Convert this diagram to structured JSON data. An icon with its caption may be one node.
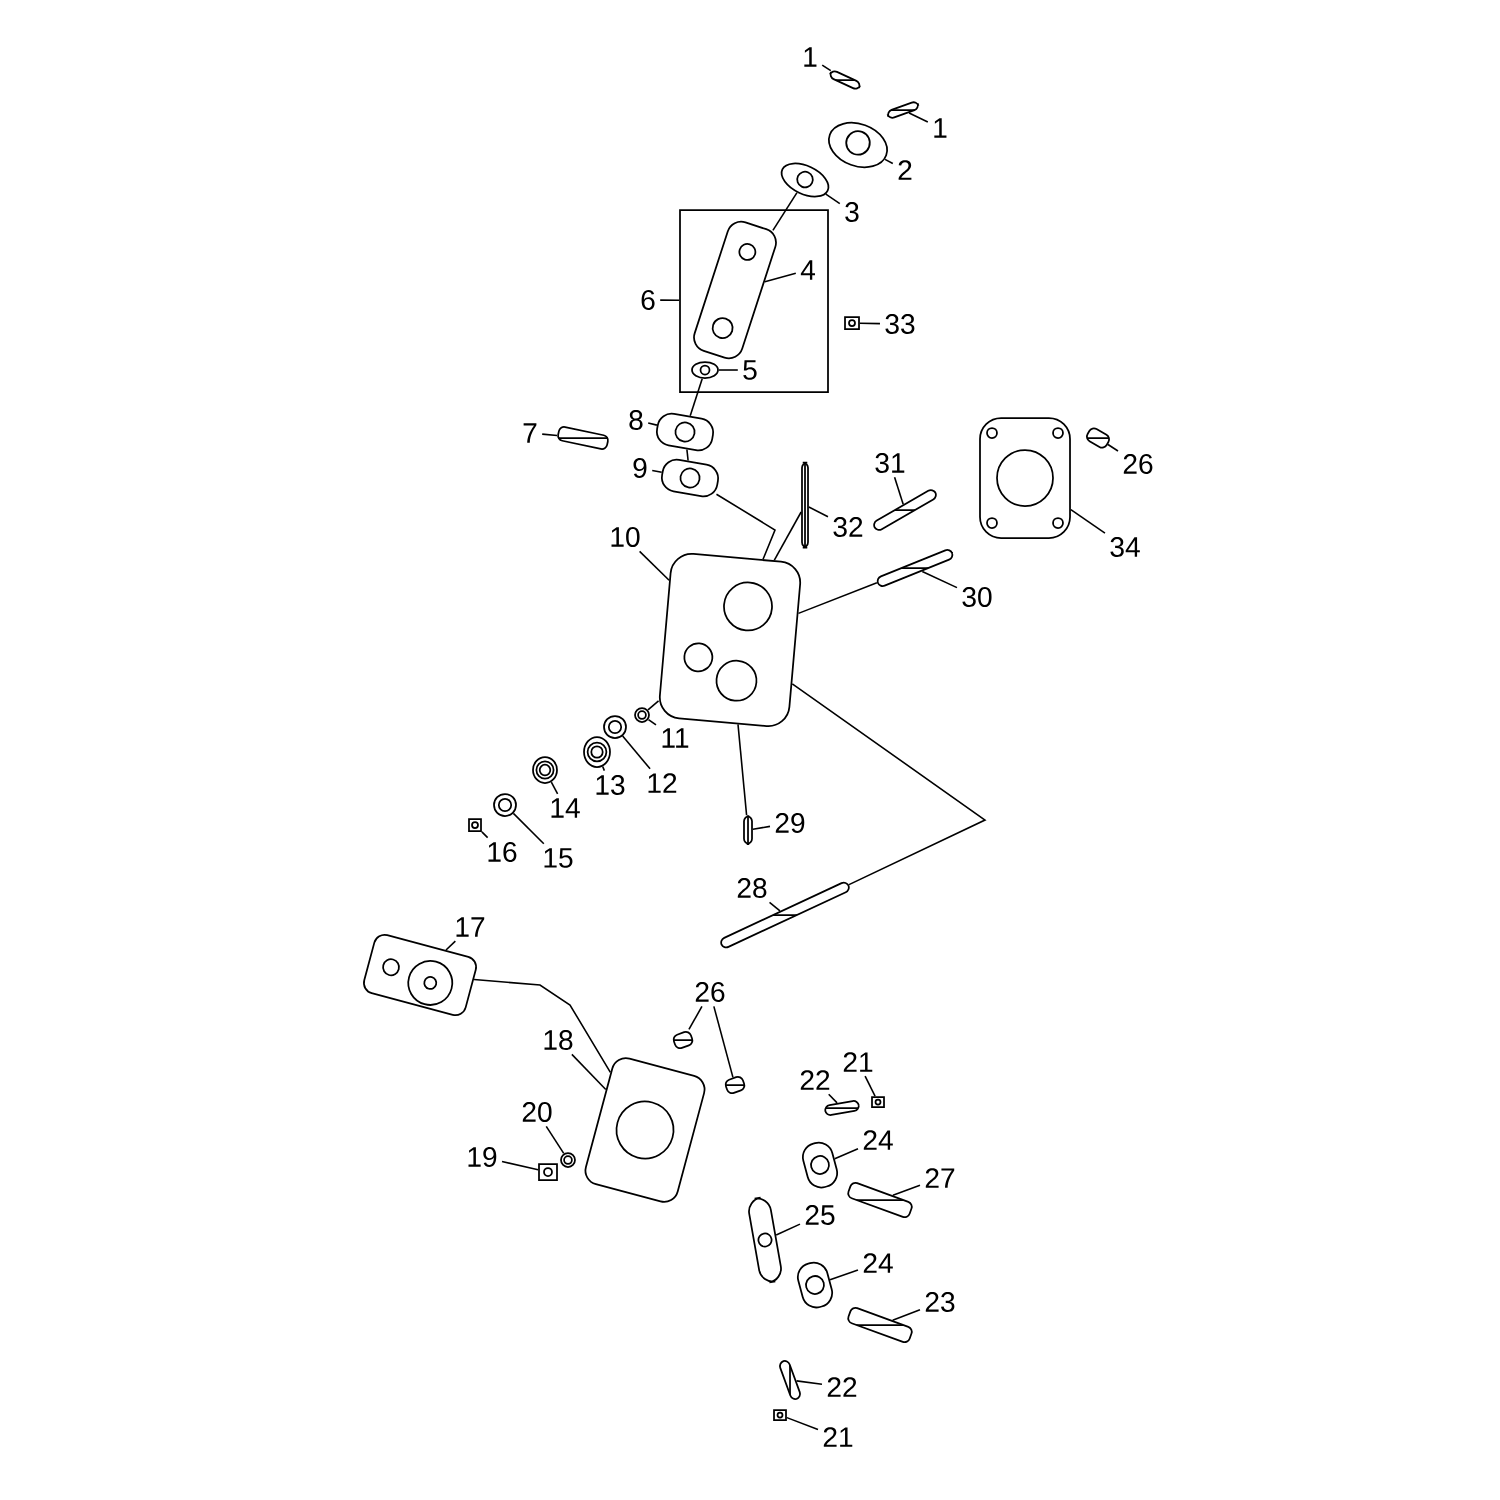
{
  "diagram": {
    "nodes": [
      {
        "text": [
          "1"
        ]
      },
      {
        "text": [
          "1"
        ]
      },
      {
        "text": [
          "2"
        ]
      },
      {
        "text": [
          "3"
        ]
      },
      {
        "text": [
          "4"
        ],
        "in": 39
      },
      {
        "text": [
          "6"
        ]
      },
      {
        "text": [
          "33"
        ]
      },
      {
        "text": [
          "5"
        ],
        "in": 39
      },
      {
        "text": [
          "7"
        ]
      },
      {
        "text": [
          "8"
        ]
      },
      {
        "text": [
          "9"
        ]
      },
      {
        "text": [
          "31"
        ]
      },
      {
        "text": [
          "26"
        ]
      },
      {
        "text": [
          "32"
        ]
      },
      {
        "text": [
          "10"
        ]
      },
      {
        "text": [
          "34"
        ]
      },
      {
        "text": [
          "30"
        ]
      },
      {
        "text": [
          "11"
        ]
      },
      {
        "text": [
          "12"
        ]
      },
      {
        "text": [
          "13"
        ]
      },
      {
        "text": [
          "14"
        ]
      },
      {
        "text": [
          "29"
        ]
      },
      {
        "text": [
          "16"
        ]
      },
      {
        "text": [
          "15"
        ]
      },
      {
        "text": [
          "28"
        ]
      },
      {
        "text": [
          "17"
        ]
      },
      {
        "text": [
          "26"
        ]
      },
      {
        "text": [
          "18"
        ]
      },
      {
        "text": [
          "21"
        ]
      },
      {
        "text": [
          "22"
        ]
      },
      {
        "text": [
          "20"
        ]
      },
      {
        "text": [
          "24"
        ]
      },
      {
        "text": [
          "19"
        ]
      },
      {
        "text": [
          "27"
        ]
      },
      {
        "text": [
          "25"
        ]
      },
      {
        "text": [
          "24"
        ]
      },
      {
        "text": [
          "23"
        ]
      },
      {
        "text": [
          "22"
        ]
      },
      {
        "text": [
          "21"
        ]
      },
      {
        "text": [],
        "shape": "box"
      },
      {
        "text": [],
        "shape": "picture"
      },
      {
        "text": [],
        "shape": "picture"
      },
      {
        "text": [],
        "shape": "picture"
      },
      {
        "text": [],
        "shape": "picture"
      },
      {
        "text": [],
        "shape": "picture",
        "in": 39
      },
      {
        "text": [],
        "shape": "picture",
        "in": 39
      },
      {
        "text": [],
        "shape": "picture"
      },
      {
        "text": [],
        "shape": "picture"
      },
      {
        "text": [],
        "shape": "picture"
      },
      {
        "text": [],
        "shape": "picture"
      },
      {
        "text": [],
        "shape": "picture"
      },
      {
        "text": [],
        "shape": "picture"
      },
      {
        "text": [],
        "shape": "picture"
      },
      {
        "text": [],
        "shape": "picture"
      },
      {
        "text": [],
        "shape": "picture"
      },
      {
        "text": [],
        "shape": "picture"
      },
      {
        "text": [],
        "shape": "picture"
      },
      {
        "text": [],
        "shape": "picture"
      },
      {
        "text": [],
        "shape": "picture"
      },
      {
        "text": [],
        "shape": "picture"
      },
      {
        "text": [],
        "shape": "picture"
      },
      {
        "text": [],
        "shape": "picture"
      },
      {
        "text": [],
        "shape": "picture"
      },
      {
        "text": [],
        "shape": "picture"
      },
      {
        "text": [],
        "shape": "picture"
      },
      {
        "text": [],
        "shape": "picture"
      },
      {
        "text": [],
        "shape": "picture"
      },
      {
        "text": [],
        "shape": "picture"
      },
      {
        "text": [],
        "shape": "picture"
      },
      {
        "text": [],
        "shape": "picture"
      },
      {
        "text": [],
        "shape": "picture"
      },
      {
        "text": [],
        "shape": "picture"
      },
      {
        "text": [],
        "shape": "picture"
      },
      {
        "text": [],
        "shape": "picture"
      },
      {
        "text": [],
        "shape": "picture"
      },
      {
        "text": [],
        "shape": "picture"
      },
      {
        "text": [],
        "shape": "picture"
      },
      {
        "text": [],
        "shape": "picture"
      },
      {
        "text": [],
        "shape": "picture"
      }
    ],
    "edges": [
      {
        "from": 0,
        "to": 40,
        "arrow": "none"
      },
      {
        "from": 1,
        "to": 41,
        "arrow": "none"
      },
      {
        "from": 2,
        "to": 42,
        "arrow": "none"
      },
      {
        "from": 3,
        "to": 43,
        "arrow": "none"
      },
      {
        "from": 4,
        "to": 44,
        "arrow": "none"
      },
      {
        "from": 5,
        "to": 39,
        "arrow": "none"
      },
      {
        "from": 6,
        "to": 46,
        "arrow": "none"
      },
      {
        "from": 7,
        "to": 45,
        "arrow": "none"
      },
      {
        "from": 8,
        "to": 47,
        "arrow": "none"
      },
      {
        "from": 9,
        "to": 48,
        "arrow": "none"
      },
      {
        "from": 10,
        "to": 49,
        "arrow": "none"
      },
      {
        "from": 11,
        "to": 50,
        "arrow": "none"
      },
      {
        "from": 12,
        "to": 51,
        "arrow": "none"
      },
      {
        "from": 13,
        "to": 53,
        "arrow": "none"
      },
      {
        "from": 14,
        "to": 54,
        "arrow": "none"
      },
      {
        "from": 15,
        "to": 52,
        "arrow": "none"
      },
      {
        "from": 16,
        "to": 55,
        "arrow": "none"
      },
      {
        "from": 17,
        "to": 56,
        "arrow": "none"
      },
      {
        "from": 18,
        "to": 57,
        "arrow": "none"
      },
      {
        "from": 19,
        "to": 58,
        "arrow": "none"
      },
      {
        "from": 20,
        "to": 59,
        "arrow": "none"
      },
      {
        "from": 21,
        "to": 62,
        "arrow": "none"
      },
      {
        "from": 22,
        "to": 61,
        "arrow": "none"
      },
      {
        "from": 23,
        "to": 60,
        "arrow": "none"
      },
      {
        "from": 24,
        "to": 63,
        "arrow": "none"
      },
      {
        "from": 25,
        "to": 64,
        "arrow": "none"
      },
      {
        "from": 26,
        "to": 65,
        "arrow": "none"
      },
      {
        "from": 26,
        "to": 66,
        "arrow": "none"
      },
      {
        "from": 27,
        "to": 67,
        "arrow": "none"
      },
      {
        "from": 28,
        "to": 68,
        "arrow": "none"
      },
      {
        "from": 29,
        "to": 69,
        "arrow": "none"
      },
      {
        "from": 30,
        "to": 70,
        "arrow": "none"
      },
      {
        "from": 31,
        "to": 72,
        "arrow": "none"
      },
      {
        "from": 32,
        "to": 71,
        "arrow": "none"
      },
      {
        "from": 33,
        "to": 73,
        "arrow": "none"
      },
      {
        "from": 34,
        "to": 74,
        "arrow": "none"
      },
      {
        "from": 35,
        "to": 75,
        "arrow": "none"
      },
      {
        "from": 36,
        "to": 76,
        "arrow": "none"
      },
      {
        "from": 37,
        "to": 77,
        "arrow": "none"
      },
      {
        "from": 38,
        "to": 78,
        "arrow": "none"
      },
      {
        "from": 43,
        "to": 44,
        "arrow": "none"
      },
      {
        "from": 45,
        "to": 48,
        "arrow": "none"
      },
      {
        "from": 48,
        "to": 49,
        "arrow": "none"
      },
      {
        "from": 49,
        "to": 54,
        "arrow": "none"
      },
      {
        "from": 53,
        "to": 54,
        "arrow": "none"
      },
      {
        "from": 55,
        "to": 54,
        "arrow": "none"
      },
      {
        "from": 56,
        "to": 54,
        "arrow": "none"
      },
      {
        "from": 54,
        "to": 63,
        "arrow": "none"
      },
      {
        "from": 62,
        "to": 54,
        "arrow": "none"
      },
      {
        "from": 64,
        "to": 67,
        "arrow": "none"
      }
    ]
  }
}
